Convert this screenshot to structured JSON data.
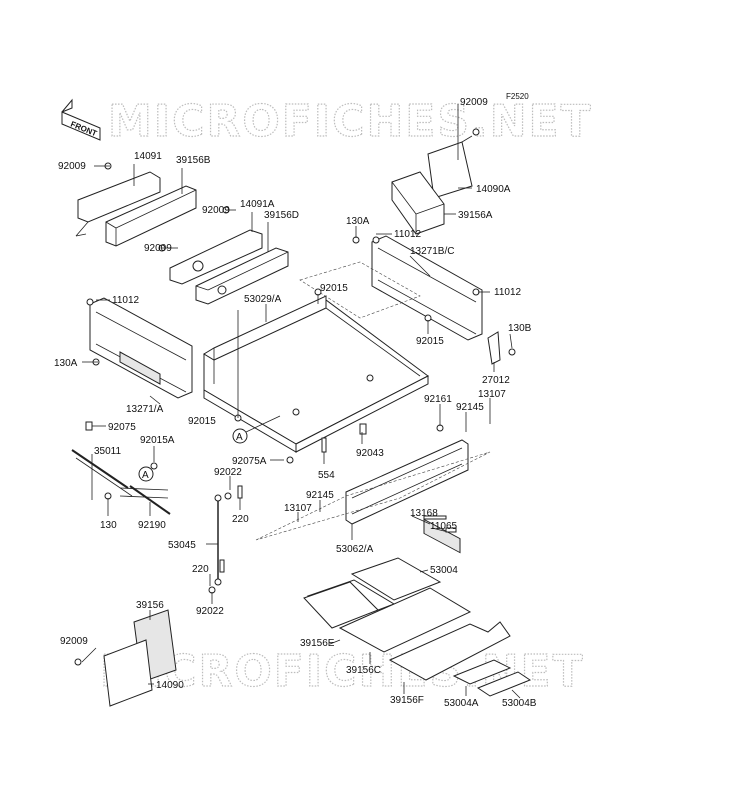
{
  "diagram_code": "F2520",
  "front_marker": "FRONT",
  "watermarks": [
    "MICROFICHES.NET",
    "MICROFICHES.NET"
  ],
  "callouts": [
    "A",
    "A"
  ],
  "labels": [
    {
      "id": "l1",
      "text": "92009"
    },
    {
      "id": "l2",
      "text": "14091"
    },
    {
      "id": "l3",
      "text": "39156B"
    },
    {
      "id": "l4",
      "text": "92009"
    },
    {
      "id": "l5",
      "text": "14091A"
    },
    {
      "id": "l6",
      "text": "39156D"
    },
    {
      "id": "l7",
      "text": "92009"
    },
    {
      "id": "l8",
      "text": "92009"
    },
    {
      "id": "l9",
      "text": "14090A"
    },
    {
      "id": "l10",
      "text": "39156A"
    },
    {
      "id": "l11",
      "text": "130A"
    },
    {
      "id": "l12",
      "text": "11012"
    },
    {
      "id": "l13",
      "text": "13271B/C"
    },
    {
      "id": "l14",
      "text": "11012"
    },
    {
      "id": "l15",
      "text": "53029/A"
    },
    {
      "id": "l16",
      "text": "92015"
    },
    {
      "id": "l17",
      "text": "11012"
    },
    {
      "id": "l18",
      "text": "92015"
    },
    {
      "id": "l19",
      "text": "130B"
    },
    {
      "id": "l20",
      "text": "130A"
    },
    {
      "id": "l21",
      "text": "27012"
    },
    {
      "id": "l22",
      "text": "13271/A"
    },
    {
      "id": "l23",
      "text": "92015"
    },
    {
      "id": "l24",
      "text": "92161"
    },
    {
      "id": "l25",
      "text": "92145"
    },
    {
      "id": "l26",
      "text": "13107"
    },
    {
      "id": "l27",
      "text": "92075"
    },
    {
      "id": "l28",
      "text": "92015A"
    },
    {
      "id": "l29",
      "text": "92043"
    },
    {
      "id": "l30",
      "text": "35011"
    },
    {
      "id": "l31",
      "text": "92075A"
    },
    {
      "id": "l32",
      "text": "554"
    },
    {
      "id": "l33",
      "text": "92022"
    },
    {
      "id": "l34",
      "text": "220"
    },
    {
      "id": "l35",
      "text": "92145"
    },
    {
      "id": "l36",
      "text": "13107"
    },
    {
      "id": "l37",
      "text": "130"
    },
    {
      "id": "l38",
      "text": "92190"
    },
    {
      "id": "l39",
      "text": "13168"
    },
    {
      "id": "l40",
      "text": "11065"
    },
    {
      "id": "l41",
      "text": "53045"
    },
    {
      "id": "l42",
      "text": "53062/A"
    },
    {
      "id": "l43",
      "text": "220"
    },
    {
      "id": "l44",
      "text": "53004"
    },
    {
      "id": "l45",
      "text": "92022"
    },
    {
      "id": "l46",
      "text": "39156"
    },
    {
      "id": "l47",
      "text": "92009"
    },
    {
      "id": "l48",
      "text": "39156E"
    },
    {
      "id": "l49",
      "text": "14090"
    },
    {
      "id": "l50",
      "text": "39156C"
    },
    {
      "id": "l51",
      "text": "39156F"
    },
    {
      "id": "l52",
      "text": "53004A"
    },
    {
      "id": "l53",
      "text": "53004B"
    }
  ]
}
